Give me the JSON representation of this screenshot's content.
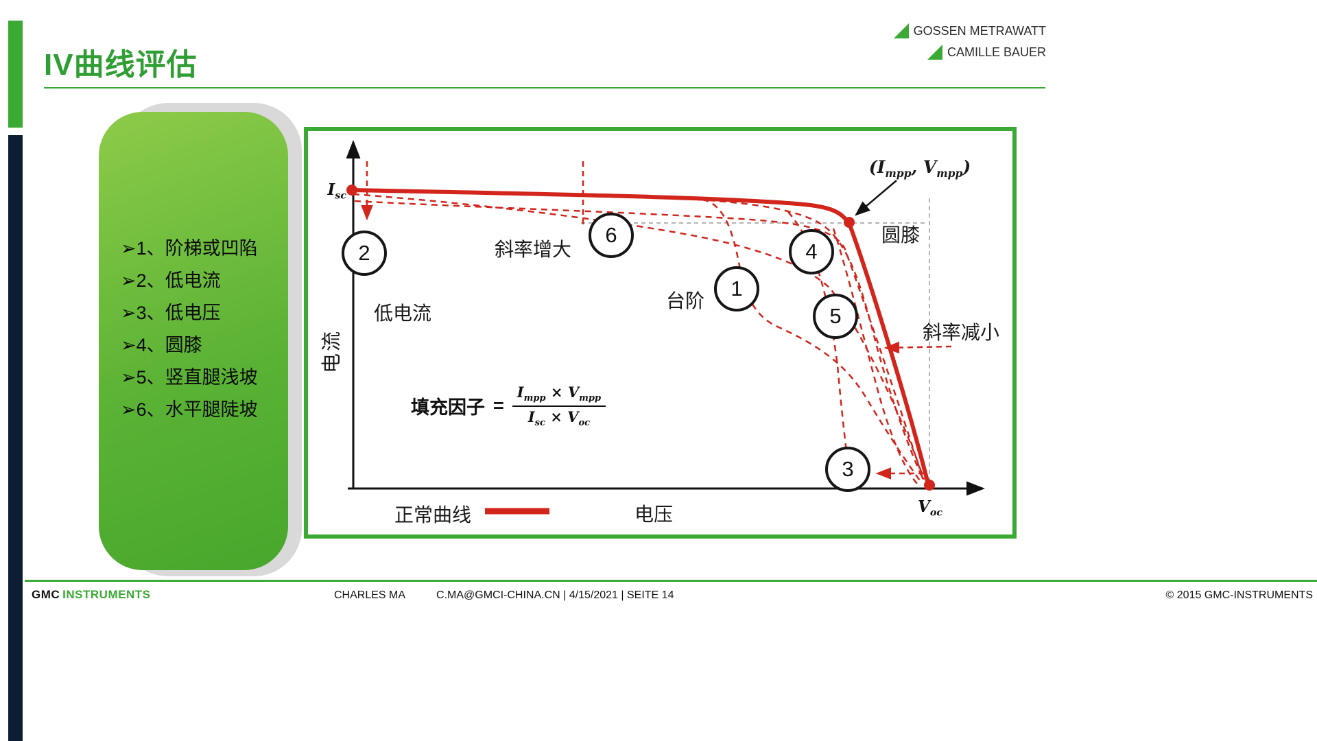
{
  "title": "IV曲线评估",
  "logos": {
    "row1": "GOSSEN METRAWATT",
    "row2": "CAMILLE BAUER"
  },
  "list": {
    "items": [
      "➢1、阶梯或凹陷",
      "➢2、低电流",
      "➢3、低电压",
      "➢4、圆膝",
      "➢5、竖直腿浅坡",
      "➢6、水平腿陡坡"
    ]
  },
  "chart": {
    "isc_base": "I",
    "isc_sub": "sc",
    "voc_base": "V",
    "voc_sub": "oc",
    "mpp": {
      "open": "(",
      "i": "I",
      "i_sub": "mpp",
      "comma": ", ",
      "v": "V",
      "v_sub": "mpp",
      "close": ")"
    },
    "knee_label": "圆膝",
    "low_current_label": "低电流",
    "slope_increase_label": "斜率增大",
    "step_label": "台阶",
    "slope_decrease_label": "斜率减小",
    "x_axis_label": "电压",
    "y_axis_label": "电流",
    "legend_normal": "正常曲线",
    "markers": [
      "2",
      "6",
      "1",
      "4",
      "5",
      "3"
    ],
    "formula": {
      "label": "填充因子",
      "equals": "=",
      "num_i": "I",
      "num_i_sub": "mpp",
      "num_times": "×",
      "num_v": "V",
      "num_v_sub": "mpp",
      "den_i": "I",
      "den_i_sub": "sc",
      "den_times": "×",
      "den_v": "V",
      "den_v_sub": "oc"
    }
  },
  "footer": {
    "brand_bold": "GMC",
    "brand_light": "INSTRUMENTS",
    "center_name": "CHARLES MA",
    "center_info": "C.MA@GMCI-CHINA.CN | 4/15/2021 | SEITE 14",
    "right": "© 2015 GMC-INSTRUMENTS"
  },
  "colors": {
    "accent_green": "#3aaa35",
    "navy": "#0c1e33",
    "curve_red": "#d2251c",
    "shadow_gray": "#d9d9d9"
  }
}
